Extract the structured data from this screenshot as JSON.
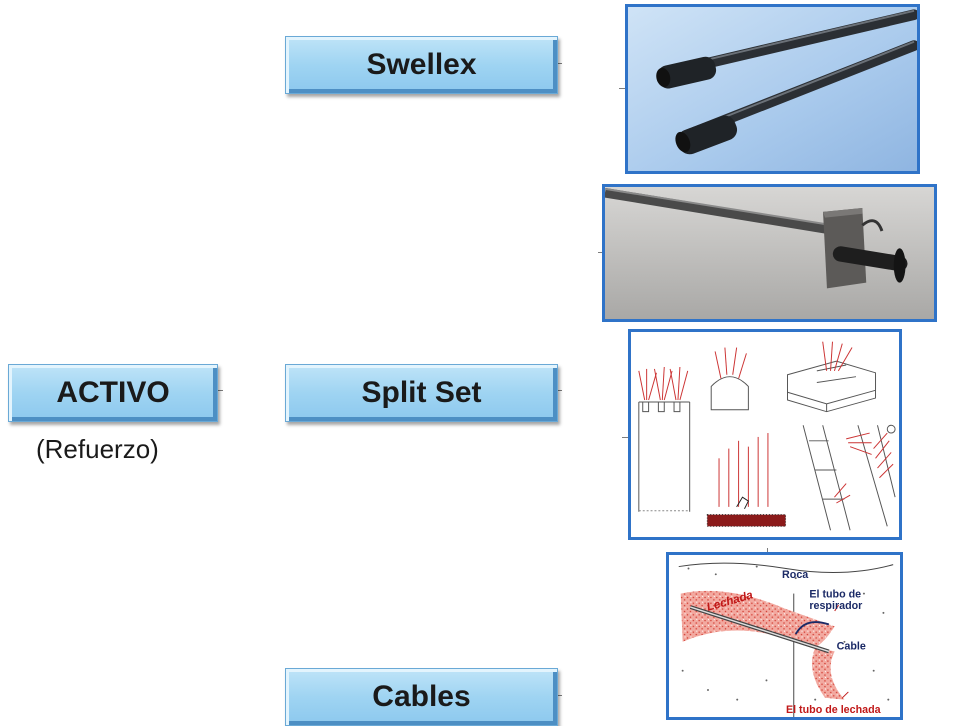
{
  "left": {
    "title": "ACTIVO",
    "subtitle": "(Refuerzo)"
  },
  "items": [
    {
      "label": "Swellex"
    },
    {
      "label": "Split Set"
    },
    {
      "label": "Cables"
    }
  ],
  "diagram": {
    "roca": "Roca",
    "tubo_respirador_1": "El tubo de",
    "tubo_respirador_2": "respirador",
    "lechada": "Lechada",
    "cable": "Cable",
    "tubo_lechada": "El tubo de lechada"
  },
  "colors": {
    "box_top": "#bfe4f8",
    "box_bottom": "#8cc8ee",
    "photo_border": "#2f73c8",
    "red": "#c01818"
  }
}
